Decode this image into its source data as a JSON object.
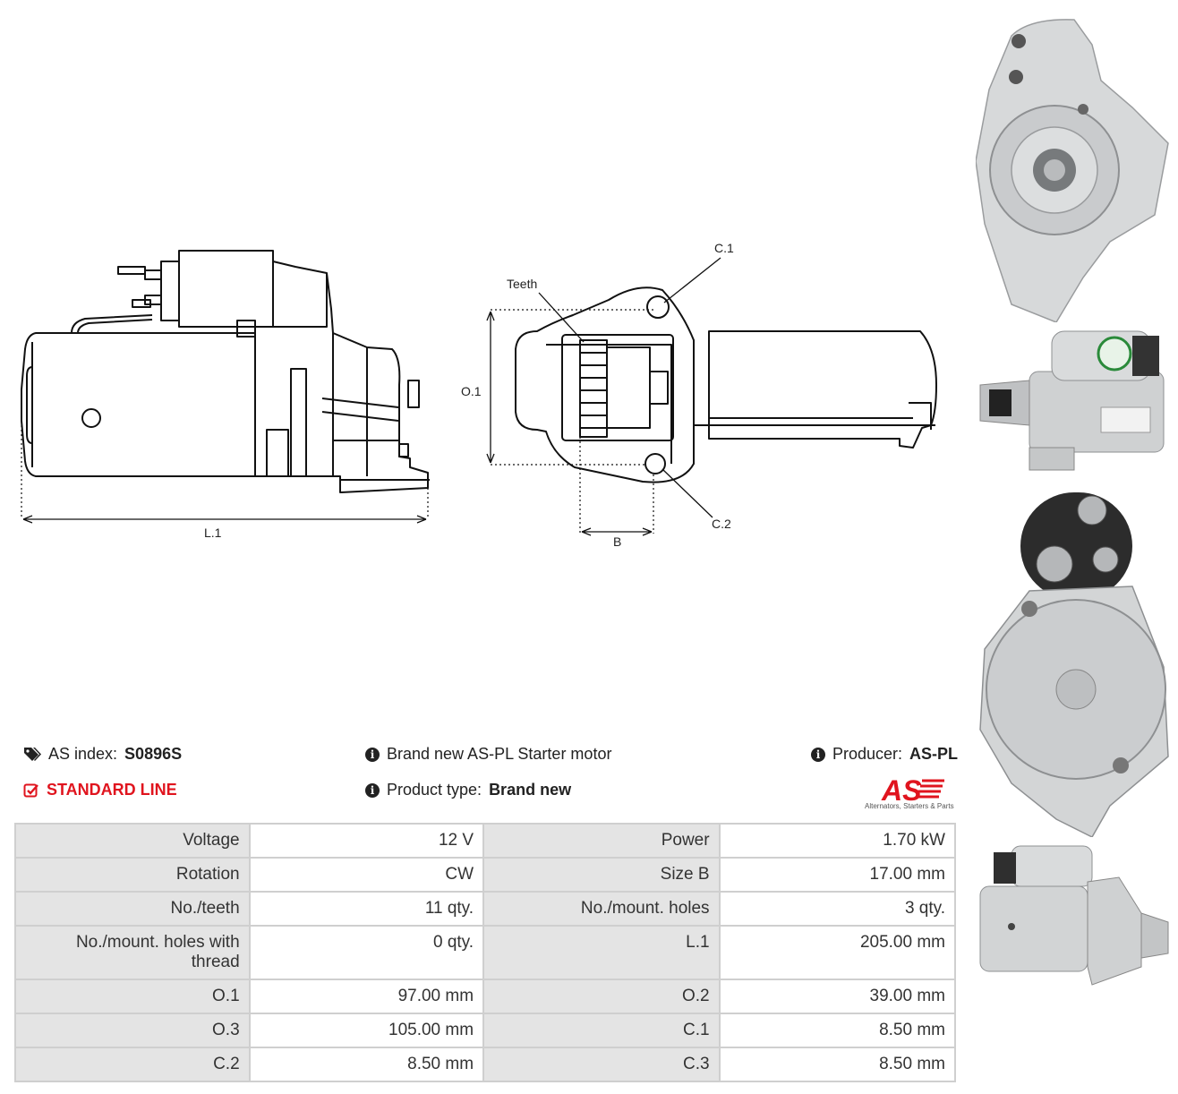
{
  "header": {
    "as_index_label": "AS index:",
    "as_index_value": "S0896S",
    "line_label": "STANDARD LINE",
    "description": "Brand new AS-PL Starter motor",
    "product_type_label": "Product type:",
    "product_type_value": "Brand new",
    "producer_label": "Producer:",
    "producer_value": "AS-PL"
  },
  "logo": {
    "mark": "AS",
    "tagline": "Alternators, Starters & Parts",
    "color": "#e0141e"
  },
  "drawing": {
    "side_view": {
      "dim_l1": "L.1"
    },
    "front_view": {
      "teeth": "Teeth",
      "dim_o1": "O.1",
      "dim_c1": "C.1",
      "dim_c2": "C.2",
      "dim_b": "B"
    }
  },
  "icons": {
    "tags": "tags-icon",
    "check": "check-square-icon",
    "info": "info-circle-icon"
  },
  "spec": {
    "rows": [
      {
        "l1": "Voltage",
        "v1": "12 V",
        "l2": "Power",
        "v2": "1.70 kW"
      },
      {
        "l1": "Rotation",
        "v1": "CW",
        "l2": "Size B",
        "v2": "17.00 mm"
      },
      {
        "l1": "No./teeth",
        "v1": "11 qty.",
        "l2": "No./mount. holes",
        "v2": "3 qty."
      },
      {
        "l1": "No./mount. holes with thread",
        "v1": "0 qty.",
        "l2": "L.1",
        "v2": "205.00 mm"
      },
      {
        "l1": "O.1",
        "v1": "97.00 mm",
        "l2": "O.2",
        "v2": "39.00 mm"
      },
      {
        "l1": "O.3",
        "v1": "105.00 mm",
        "l2": "C.1",
        "v2": "8.50 mm"
      },
      {
        "l1": "C.2",
        "v1": "8.50 mm",
        "l2": "C.3",
        "v2": "8.50 mm"
      }
    ]
  }
}
